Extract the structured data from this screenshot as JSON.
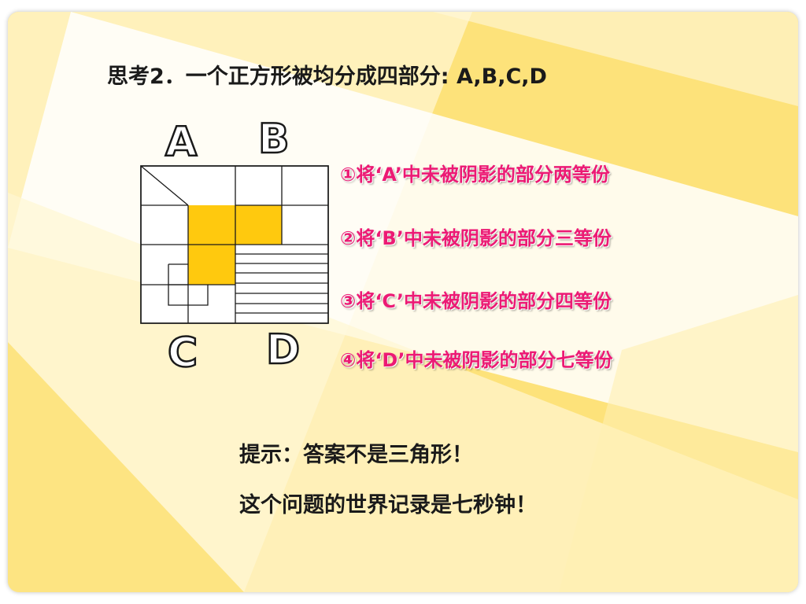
{
  "slide": {
    "title": "思考2．一个正方形被均分成四部分: A,B,C,D",
    "labels": {
      "a": "A",
      "b": "B",
      "c": "C",
      "d": "D"
    },
    "steps": [
      "①将‘A’中未被阴影的部分两等份",
      "②将‘B’中未被阴影的部分三等份",
      "③将‘C’中未被阴影的部分四等份",
      "④将‘D’中未被阴影的部分七等份"
    ],
    "hint": "提示：答案不是三角形！",
    "record": "这个问题的世界记录是七秒钟！"
  },
  "colors": {
    "background_yellow": "#fde27a",
    "shade": "#ffc90e",
    "step_text": "#ec1a74",
    "text": "#1a1a1a"
  }
}
